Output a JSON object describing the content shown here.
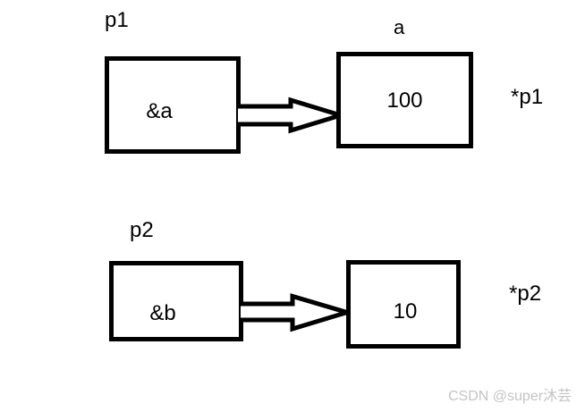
{
  "diagram": {
    "title_hint": "pointer dereference diagram",
    "rows": [
      {
        "pointer_label": "p1",
        "pointer_box_value": "&a",
        "target_box_label": "a",
        "target_box_value": "100",
        "deref_label": "*p1"
      },
      {
        "pointer_label": "p2",
        "pointer_box_value": "&b",
        "target_box_value": "10",
        "deref_label": "*p2"
      }
    ],
    "watermark": "CSDN @super沐芸",
    "colors": {
      "shape_outline": "#000000",
      "shape_fill": "#ffffff",
      "background": "#ffffff",
      "watermark_text": "#c4c4c4"
    },
    "icons": {
      "arrow_style": "hollow-block-arrow-right"
    }
  }
}
